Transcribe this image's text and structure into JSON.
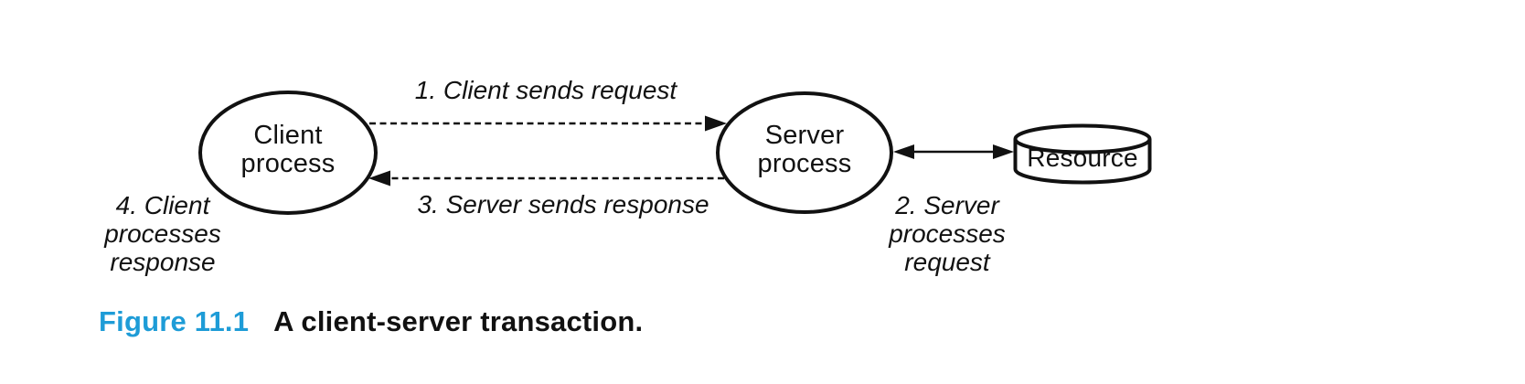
{
  "colors": {
    "ink": "#111111",
    "caption_accent": "#1e9cd7"
  },
  "diagram": {
    "nodes": {
      "client": {
        "label": "Client\nprocess"
      },
      "server": {
        "label": "Server\nprocess"
      },
      "resource": {
        "label": "Resource"
      }
    },
    "annotations": {
      "step1": "1. Client sends request",
      "step2": "2. Server\nprocesses\nrequest",
      "step3": "3. Server sends response",
      "step4": "4. Client\nprocesses\nresponse"
    }
  },
  "caption": {
    "label": "Figure 11.1",
    "text": "A client-server transaction."
  }
}
